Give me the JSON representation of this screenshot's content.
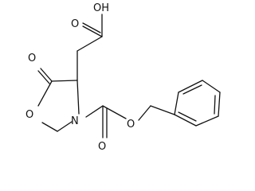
{
  "molecule": {
    "atom_labels": {
      "hydroxyl": "OH",
      "acid_carbonyl_o": "O",
      "lactone_carbonyl_o": "O",
      "ring_oxygen": "O",
      "ring_nitrogen": "N",
      "carbamate_carbonyl_o": "O",
      "ester_oxygen": "O"
    }
  }
}
